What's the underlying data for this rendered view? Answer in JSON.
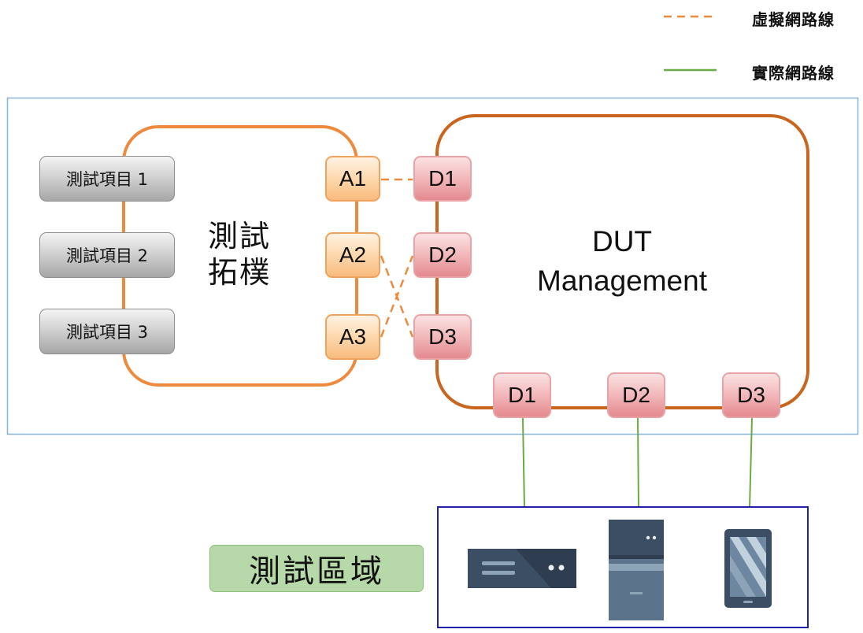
{
  "legend": {
    "virtual_label": "虛擬網路線",
    "physical_label": "實際網路線"
  },
  "colors": {
    "topology_ring": "#ee8a3d",
    "dut_ring": "#c8661f",
    "virtual_link": "#ee8a3d",
    "physical_link": "#6aab45",
    "outer_box": "#88b4d6",
    "device_box": "#1f22a8",
    "device_dark": "#3c4e63",
    "device_mid": "#5c738c",
    "zone_fill": "#b7d8a8"
  },
  "test_items": [
    "測試項目 1",
    "測試項目 2",
    "測試項目 3"
  ],
  "topology_label": [
    "測試",
    "拓樸"
  ],
  "a_ports": [
    "A1",
    "A2",
    "A3"
  ],
  "d_ports_left": [
    "D1",
    "D2",
    "D3"
  ],
  "d_ports_bottom": [
    "D1",
    "D2",
    "D3"
  ],
  "dut_label": [
    "DUT",
    "Management"
  ],
  "zone_label": "測試區域",
  "virtual_links": [
    {
      "from": "A1",
      "to": "D1"
    },
    {
      "from": "A2",
      "to": "D3"
    },
    {
      "from": "A3",
      "to": "D2"
    }
  ],
  "physical_links": [
    {
      "from": "D1",
      "to": "server-icon"
    },
    {
      "from": "D2",
      "to": "tower-icon"
    },
    {
      "from": "D3",
      "to": "phone-icon"
    }
  ],
  "devices": [
    "server-icon",
    "tower-icon",
    "phone-icon"
  ]
}
